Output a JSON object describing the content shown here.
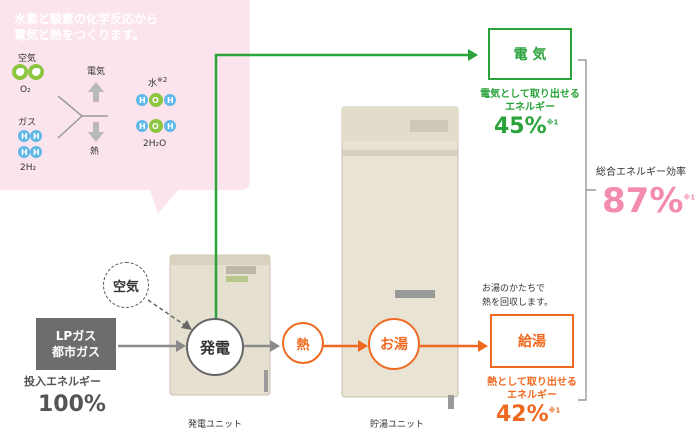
{
  "bubble": {
    "title_line1": "水素と酸素の化学反応から",
    "title_line2": "電気と熱をつくります。",
    "air_label": "空気",
    "o2_formula": "O₂",
    "gas_label": "ガス",
    "h2_formula": "2H₂",
    "electricity_label": "電気",
    "heat_label": "熱",
    "water_label": "水",
    "water_note": "※2",
    "water_formula": "2H₂O",
    "atom_o": "O",
    "atom_h": "H"
  },
  "input": {
    "fuel_line1": "LPガス",
    "fuel_line2": "都市ガス",
    "energy_label": "投入エネルギー",
    "energy_value": "100%"
  },
  "air_circle": "空気",
  "power_circle": "発電",
  "heat_circle": "熱",
  "hot_water_circle": "お湯",
  "hot_water_note_line1": "お湯のかたちで",
  "hot_water_note_line2": "熱を回収します。",
  "electricity": {
    "box_label": "電 気",
    "desc_line1": "電気として取り出せる",
    "desc_line2": "エネルギー",
    "value": "45%",
    "note": "※1"
  },
  "hot_water_supply": {
    "box_label": "給湯",
    "desc_line1": "熱として取り出せる",
    "desc_line2": "エネルギー",
    "value": "42%",
    "note": "※1"
  },
  "total": {
    "label": "総合エネルギー効率",
    "value": "87%",
    "note": "※1"
  },
  "units": {
    "power_unit": "発電ユニット",
    "storage_unit": "貯湯ユニット"
  },
  "colors": {
    "green": "#29a33a",
    "orange": "#ef6a20",
    "pink": "#f38ab0",
    "bubble": "#fbe4ee",
    "gray_box": "#6d6d6d"
  }
}
